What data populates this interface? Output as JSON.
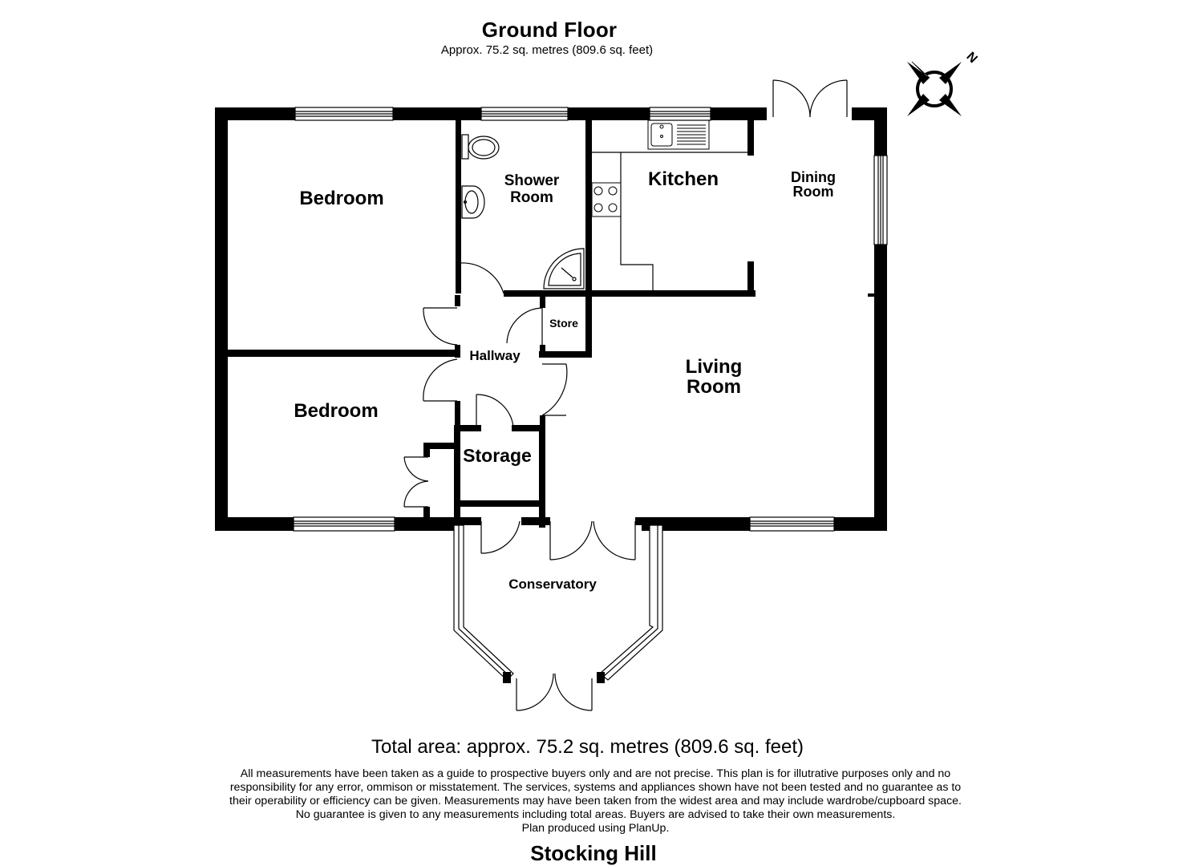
{
  "header": {
    "title": "Ground Floor",
    "subtitle": "Approx. 75.2 sq. metres (809.6 sq. feet)"
  },
  "rooms": {
    "bedroom_1": "Bedroom",
    "bedroom_2": "Bedroom",
    "shower_room": [
      "Shower",
      "Room"
    ],
    "kitchen": "Kitchen",
    "dining_room": [
      "Dining",
      "Room"
    ],
    "store": "Store",
    "hallway": "Hallway",
    "living_room": [
      "Living",
      "Room"
    ],
    "storage": "Storage",
    "conservatory": "Conservatory"
  },
  "compass": {
    "letter": "N",
    "icon": "compass-icon"
  },
  "footer": {
    "total_area": "Total area: approx. 75.2 sq. metres (809.6 sq. feet)",
    "disclaimer_lines": [
      "All measurements have been taken as a guide to prospective buyers only and are not precise. This plan is for illutrative purposes only and no",
      "responsibility for any error, ommison or misstatement. The services, systems and appliances shown have not been tested and no guarantee as to",
      "their operability or efficiency can be given. Measurements may have been taken from the widest area and may include wardrobe/cupboard space.",
      "No guarantee is given to any measurements including total areas. Buyers are advised to take their own measurements.",
      "Plan produced using PlanUp."
    ],
    "property_name": "Stocking Hill"
  }
}
